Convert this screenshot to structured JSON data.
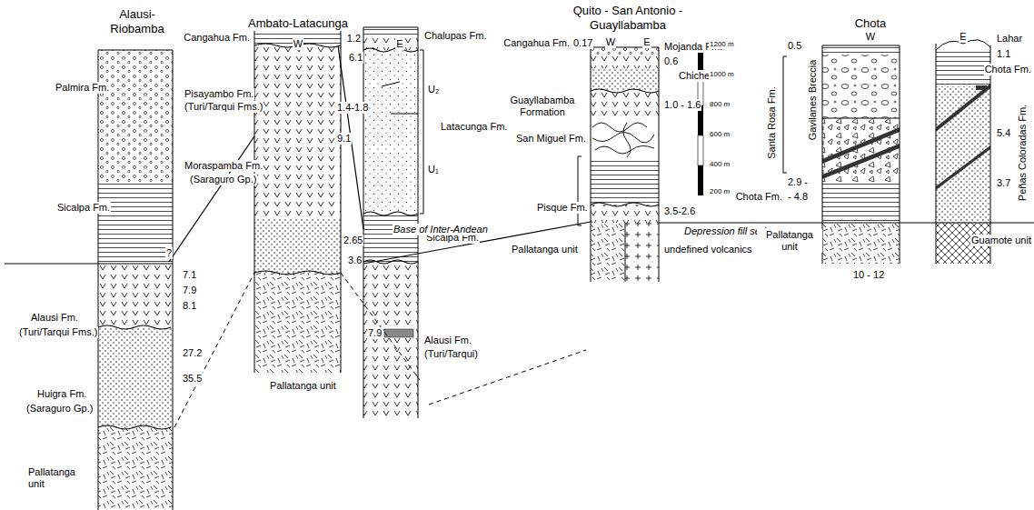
{
  "diagram": {
    "labels": [
      "Alausi- Riobamba",
      "Ambato-Latacunga",
      "W",
      "E",
      "Quito - San Antonio - Guayllabamba",
      "W",
      "E",
      "Chota",
      "W",
      "E",
      "Palmira Fm.",
      "Sicalpa Fm.",
      "?",
      "7.1",
      "7.9",
      "8.1",
      "Alausi Fm.",
      "(Turi/Tarqui Fms.)",
      "27.2",
      "35.5",
      "Huigra Fm.",
      "(Saraguro Gp.)",
      "Pallatanga unit",
      "Cangahua Fm.",
      "Pisayambo Fm.",
      "(Turi/Tarqui Fms.)",
      "Moraspamba Fm.",
      "(Saraguro Gp.)",
      "Pallatanga unit",
      "6.1",
      "1.4-1.8",
      "9.1",
      "2.65",
      "3.6",
      "1.2",
      "Chalupas Fm.",
      "U₂",
      "U₁",
      "Latacunga Fm.",
      "Sicalpa Fm.",
      "7.9",
      "Alausi Fm.",
      "(Turi/Tarqui)",
      "Base of Inter-Andean",
      "Cangahua Fm.",
      "0.17",
      "Mojanda Fm.",
      "0.6",
      "Chiche Fm.",
      "Guayllabamba Formation",
      "1.0 - 1.6",
      "San Miguel Fm.",
      "Pisque Fm.",
      "3.5-2.6",
      "Depression fill series",
      "undefined volcanics",
      "Pallatanga unit",
      "1200 m",
      "1000 m",
      "800 m",
      "600 m",
      "400 m",
      "200 m",
      "0.5",
      "Santa Rosa Fm.",
      "Gavilanes Breccia",
      "2.9 -",
      "Chota Fm.",
      "- 4.8",
      "Pallatanga unit",
      "10 - 12",
      "Lahar",
      "1.1",
      "Chota Fm.",
      "5.4",
      "3.7",
      "Peñas Coloradas Fm.",
      "Guamote unit"
    ]
  }
}
